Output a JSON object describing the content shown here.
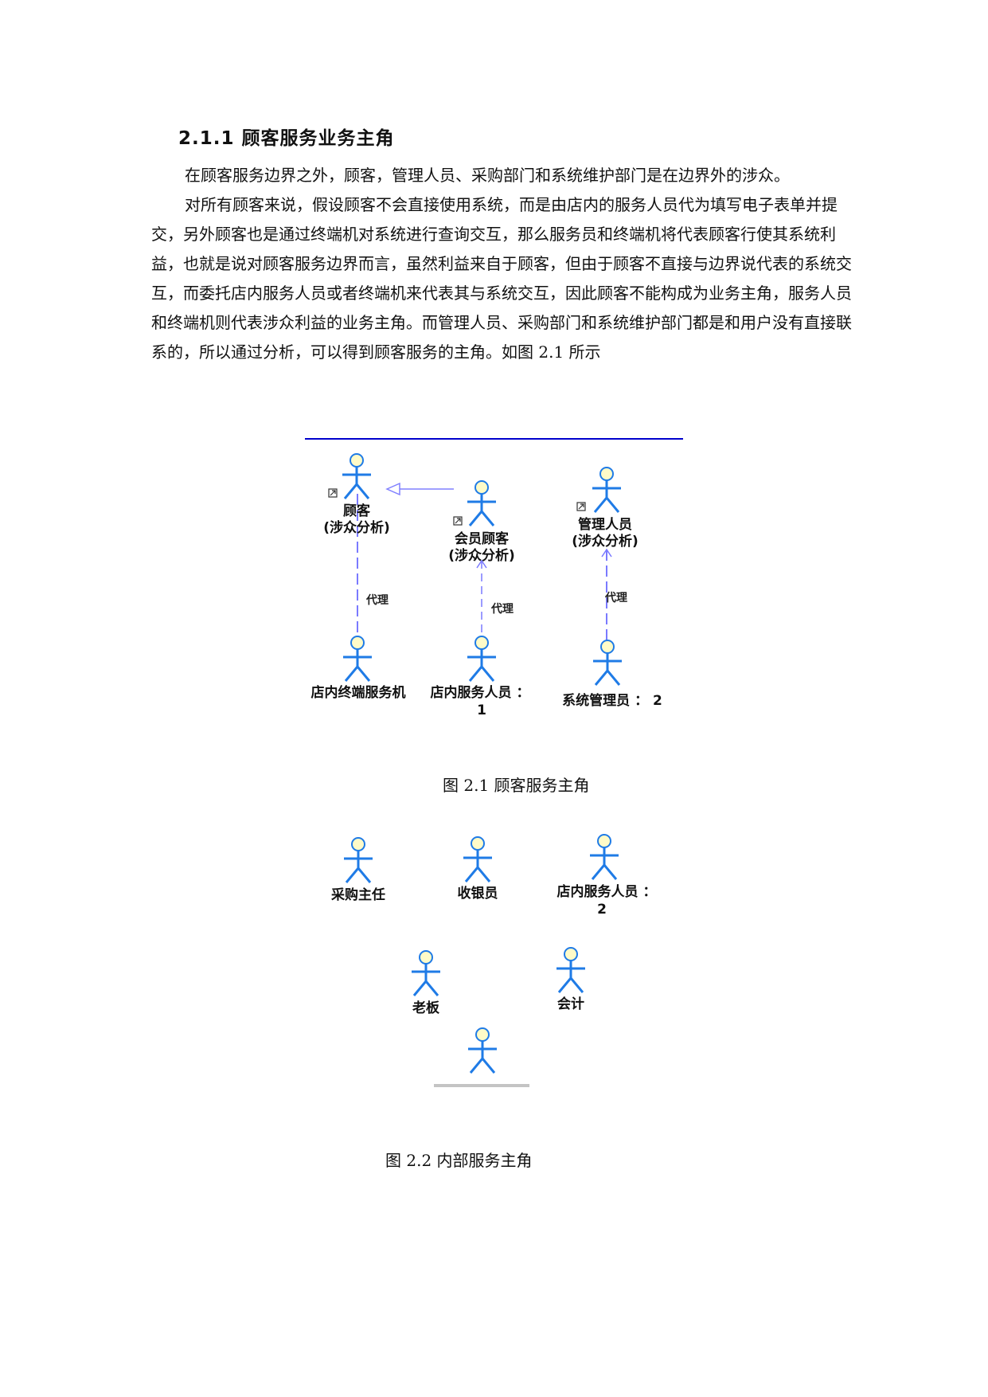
{
  "section": {
    "heading": "2.1.1 顾客服务业务主角",
    "paragraph1": "在顾客服务边界之外，顾客，管理人员、采购部门和系统维护部门是在边界外的涉众。",
    "paragraph2": "对所有顾客来说，假设顾客不会直接使用系统，而是由店内的服务人员代为填写电子表单并提交，另外顾客也是通过终端机对系统进行查询交互，那么服务员和终端机将代表顾客行使其系统利益，也就是说对顾客服务边界而言，虽然利益来自于顾客，但由于顾客不直接与边界说代表的系统交互，而委托店内服务人员或者终端机来代表其与系统交互，因此顾客不能构成为业务主角，服务人员和终端机则代表涉众利益的业务主角。而管理人员、采购部门和系统维护部门都是和用户没有直接联系的，所以通过分析，可以得到顾客服务的主角。如图 2.1 所示"
  },
  "figure1": {
    "caption": "图 2.1  顾客服务主角",
    "actors": {
      "customer": {
        "name": "顾客",
        "stereotype": "(涉众分析)"
      },
      "member": {
        "name": "会员顾客",
        "stereotype": "(涉众分析)"
      },
      "manager": {
        "name": "管理人员",
        "stereotype": "(涉众分析)"
      },
      "terminal": {
        "name": "店内终端服务机"
      },
      "staff": {
        "name": "店内服务人员 ：",
        "number": "1"
      },
      "sysadmin": {
        "name": "系统管理员 ： 2"
      }
    },
    "link_label": "代理"
  },
  "figure2": {
    "caption": "图 2.2  内部服务主角",
    "actors": {
      "purchasing": "采购主任",
      "cashier": "收银员",
      "staff2": {
        "name": "店内服务人员 ：",
        "number": "2"
      },
      "boss": "老板",
      "accountant": "会计"
    }
  },
  "colors": {
    "actor": "#1f7be6",
    "actor_head": "#fffbc8",
    "line": "#8080ff",
    "boundary": "#0000cc"
  }
}
